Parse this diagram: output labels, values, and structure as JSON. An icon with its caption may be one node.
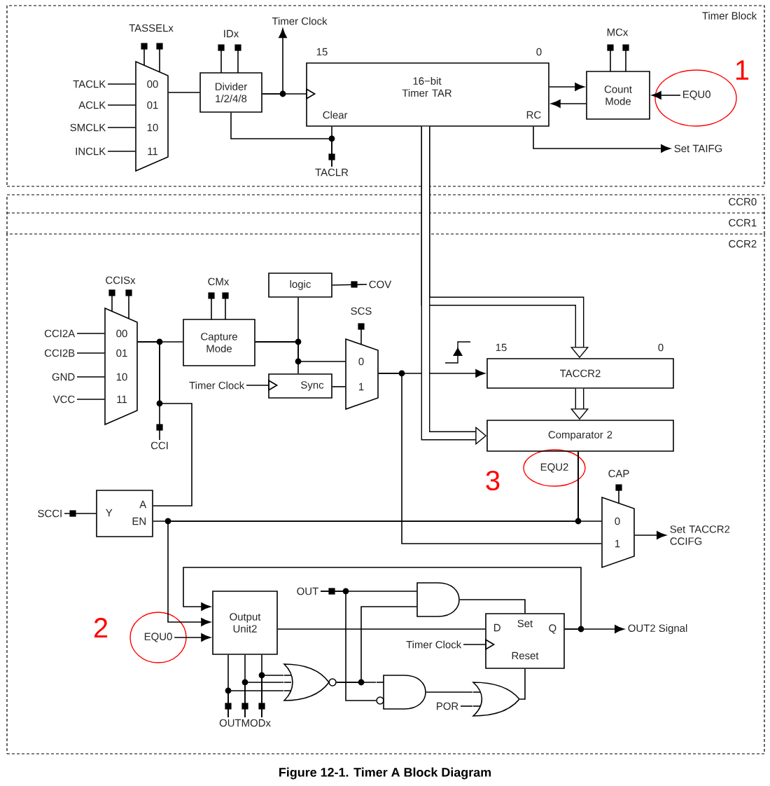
{
  "diagram": {
    "caption": "Figure 12-1. Timer A Block Diagram",
    "nodes": [
      {
        "text": [
          "Timer Block"
        ]
      },
      {
        "text": [
          "TACLK"
        ],
        "in": 0
      },
      {
        "text": [
          "ACLK"
        ],
        "in": 0
      },
      {
        "text": [
          "SMCLK"
        ],
        "in": 0
      },
      {
        "text": [
          "INCLK"
        ],
        "in": 0
      },
      {
        "text": [
          "00",
          "01",
          "10",
          "11"
        ],
        "beside": [
          "TASSELx"
        ],
        "in": 0
      },
      {
        "text": [
          "Divider 1/2/4/8"
        ],
        "beside": [
          "IDx"
        ],
        "in": 0
      },
      {
        "text": [
          "Timer Clock"
        ],
        "in": 0
      },
      {
        "text": [
          "16−bit Timer TAR",
          "Clear",
          "RC"
        ],
        "beside": [
          "15",
          "0"
        ],
        "in": 0
      },
      {
        "text": [
          "TACLR"
        ],
        "in": 0
      },
      {
        "text": [
          "Count Mode"
        ],
        "beside": [
          "MCx"
        ],
        "in": 0
      },
      {
        "text": [
          "EQU0"
        ],
        "in": 0
      },
      {
        "text": [
          "Set TAIFG"
        ],
        "in": 0
      },
      {
        "text": [
          "CCR2"
        ]
      },
      {
        "text": [
          "CCI2A"
        ],
        "in": 13
      },
      {
        "text": [
          "CCI2B"
        ],
        "in": 13
      },
      {
        "text": [
          "GND"
        ],
        "in": 13
      },
      {
        "text": [
          "VCC"
        ],
        "in": 13
      },
      {
        "text": [
          "00",
          "01",
          "10",
          "11"
        ],
        "beside": [
          "CCISx"
        ],
        "in": 13
      },
      {
        "text": [
          "CCI"
        ],
        "in": 13
      },
      {
        "text": [
          "Capture Mode"
        ],
        "beside": [
          "CMx"
        ],
        "in": 13
      },
      {
        "text": [
          "logic"
        ],
        "in": 13
      },
      {
        "text": [
          "COV"
        ],
        "in": 13
      },
      {
        "text": [
          "Timer Clock"
        ],
        "in": 13
      },
      {
        "text": [
          "Sync"
        ],
        "in": 13
      },
      {
        "text": [
          "0",
          "1"
        ],
        "beside": [
          "SCS"
        ],
        "in": 13
      },
      {
        "text": [
          "TACCR2"
        ],
        "beside": [
          "15",
          "0"
        ],
        "in": 13
      },
      {
        "text": [
          "Comparator 2"
        ],
        "beside": [
          "EQU2"
        ],
        "in": 13
      },
      {
        "text": [
          "0",
          "1"
        ],
        "beside": [
          "CAP"
        ],
        "in": 13
      },
      {
        "text": [
          "Set TACCR2 CCIFG"
        ],
        "in": 13
      },
      {
        "text": [
          "SCCI"
        ],
        "in": 13
      },
      {
        "text": [
          "Y",
          "A",
          "EN"
        ],
        "in": 13
      },
      {
        "text": [
          "EQU0"
        ],
        "in": 13
      },
      {
        "text": [
          "Output Unit2"
        ],
        "in": 13
      },
      {
        "text": [
          "OUT"
        ],
        "in": 13
      },
      {
        "text": [],
        "shape": "gate",
        "in": 13
      },
      {
        "text": [
          "D",
          "Set",
          "Q",
          "Reset"
        ],
        "in": 13
      },
      {
        "text": [
          "Timer Clock"
        ],
        "in": 13
      },
      {
        "text": [
          "OUT2 Signal"
        ],
        "in": 13
      },
      {
        "text": [],
        "shape": "gate",
        "in": 13
      },
      {
        "text": [],
        "shape": "gate",
        "in": 13
      },
      {
        "text": [
          "POR"
        ],
        "in": 13
      },
      {
        "text": [],
        "shape": "gate",
        "in": 13
      },
      {
        "text": [
          "OUTMODx"
        ],
        "in": 13
      }
    ],
    "edges": [
      {
        "from": 1,
        "to": 5,
        "arrow": "none"
      },
      {
        "from": 2,
        "to": 5,
        "arrow": "none"
      },
      {
        "from": 3,
        "to": 5,
        "arrow": "none"
      },
      {
        "from": 4,
        "to": 5,
        "arrow": "none"
      },
      {
        "from": 5,
        "to": 6,
        "arrow": "none"
      },
      {
        "from": 6,
        "to": 8,
        "arrow": "to"
      },
      {
        "from": 6,
        "to": 7,
        "arrow": "to"
      },
      {
        "from": 9,
        "to": 8,
        "arrow": "none"
      },
      {
        "from": 9,
        "to": 6,
        "arrow": "none"
      },
      {
        "from": 8,
        "to": 10,
        "arrow": "to"
      },
      {
        "from": 10,
        "to": 8,
        "arrow": "to"
      },
      {
        "from": 11,
        "to": 10,
        "arrow": "to"
      },
      {
        "from": 8,
        "to": 12,
        "arrow": "to"
      },
      {
        "from": 14,
        "to": 18,
        "arrow": "none"
      },
      {
        "from": 15,
        "to": 18,
        "arrow": "none"
      },
      {
        "from": 16,
        "to": 18,
        "arrow": "none"
      },
      {
        "from": 17,
        "to": 18,
        "arrow": "none"
      },
      {
        "from": 18,
        "to": 20,
        "arrow": "none"
      },
      {
        "from": 18,
        "to": 19,
        "arrow": "none"
      },
      {
        "from": 20,
        "to": 21,
        "arrow": "none"
      },
      {
        "from": 21,
        "to": 22,
        "arrow": "none"
      },
      {
        "from": 20,
        "to": 24,
        "arrow": "none"
      },
      {
        "from": 20,
        "to": 25,
        "arrow": "none"
      },
      {
        "from": 23,
        "to": 24,
        "arrow": "to"
      },
      {
        "from": 24,
        "to": 25,
        "arrow": "none"
      },
      {
        "from": 25,
        "to": 26,
        "arrow": "to"
      },
      {
        "from": 8,
        "to": 26,
        "arrow": "to",
        "style": "thick"
      },
      {
        "from": 8,
        "to": 27,
        "arrow": "to",
        "style": "thick"
      },
      {
        "from": 26,
        "to": 27,
        "arrow": "to",
        "style": "thick"
      },
      {
        "from": 27,
        "to": 28,
        "arrow": "none"
      },
      {
        "from": 28,
        "to": 29,
        "arrow": "to"
      },
      {
        "from": 25,
        "to": 28,
        "arrow": "none"
      },
      {
        "from": 31,
        "to": 30,
        "arrow": "none"
      },
      {
        "from": 18,
        "to": 31,
        "arrow": "none"
      },
      {
        "from": 27,
        "to": 31,
        "arrow": "none"
      },
      {
        "from": 27,
        "to": 33,
        "arrow": "to"
      },
      {
        "from": 32,
        "to": 33,
        "arrow": "to"
      },
      {
        "from": 36,
        "to": 33,
        "arrow": "to"
      },
      {
        "from": 36,
        "to": 38,
        "arrow": "to"
      },
      {
        "from": 33,
        "to": 36,
        "arrow": "none"
      },
      {
        "from": 34,
        "to": 35,
        "arrow": "none"
      },
      {
        "from": 34,
        "to": 40,
        "arrow": "none"
      },
      {
        "from": 39,
        "to": 35,
        "arrow": "none"
      },
      {
        "from": 39,
        "to": 40,
        "arrow": "none"
      },
      {
        "from": 35,
        "to": 36,
        "arrow": "none"
      },
      {
        "from": 37,
        "to": 36,
        "arrow": "to"
      },
      {
        "from": 40,
        "to": 42,
        "arrow": "none"
      },
      {
        "from": 41,
        "to": 42,
        "arrow": "none"
      },
      {
        "from": 42,
        "to": 36,
        "arrow": "none"
      },
      {
        "from": 43,
        "to": 33,
        "arrow": "none"
      },
      {
        "from": 43,
        "to": 33,
        "arrow": "none"
      },
      {
        "from": 43,
        "to": 33,
        "arrow": "none"
      },
      {
        "from": 43,
        "to": 39,
        "arrow": "none"
      },
      {
        "from": 43,
        "to": 39,
        "arrow": "none"
      },
      {
        "from": 43,
        "to": 39,
        "arrow": "none"
      }
    ],
    "labels": [
      "1",
      "CCR0",
      "CCR1",
      "3",
      "2"
    ]
  }
}
